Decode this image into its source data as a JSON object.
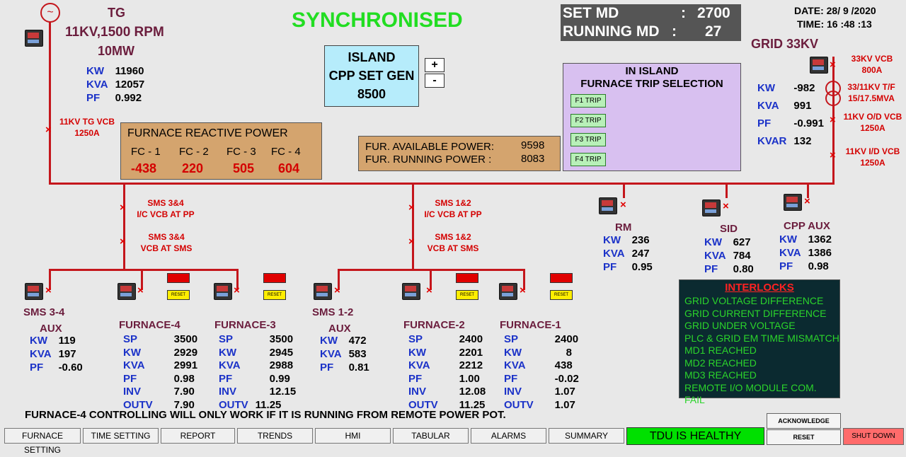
{
  "status_title": "SYNCHRONISED",
  "md": {
    "set_label": "SET MD",
    "set_value": "2700",
    "run_label": "RUNNING MD",
    "run_value": "27",
    "colon": ":"
  },
  "datetime": {
    "date_label": "DATE:",
    "date": "28/ 9 /2020",
    "time_label": "TIME:",
    "time": "16 :48 :13"
  },
  "tg": {
    "title": "TG",
    "spec": "11KV,1500 RPM",
    "rating": "10MW",
    "kw": "11960",
    "kva": "12057",
    "pf": "0.992",
    "vcb": "11KV TG VCB",
    "vcb_rating": "1250A"
  },
  "labels": {
    "kw": "KW",
    "kva": "KVA",
    "pf": "PF",
    "kvar": "KVAR",
    "sp": "SP",
    "inv": "INV",
    "outv": "OUTV"
  },
  "island": {
    "line1": "ISLAND",
    "line2": "CPP SET GEN",
    "value": "8500",
    "plus": "+",
    "minus": "-"
  },
  "furnace_reactive": {
    "title": "FURNACE REACTIVE POWER",
    "headers": [
      "FC - 1",
      "FC - 2",
      "FC - 3",
      "FC - 4"
    ],
    "values": [
      "-438",
      "220",
      "505",
      "604"
    ]
  },
  "fur_power": {
    "available_label": "FUR. AVAILABLE POWER:",
    "available": "9598",
    "running_label": "FUR. RUNNING POWER :",
    "running": "8083"
  },
  "trip_panel": {
    "title1": "IN ISLAND",
    "title2": "FURNACE TRIP SELECTION",
    "buttons": [
      "F1 TRIP",
      "F2 TRIP",
      "F3 TRIP",
      "F4 TRIP"
    ]
  },
  "grid": {
    "title": "GRID 33KV",
    "kw": "-982",
    "kva": "991",
    "pf": "-0.991",
    "kvar": "132",
    "vcb33": "33KV VCB",
    "vcb33_rating": "800A",
    "tf": "33/11KV T/F",
    "tf_rating": "15/17.5MVA",
    "od_vcb": "11KV O/D VCB",
    "od_rating": "1250A",
    "id_vcb": "11KV I/D VCB",
    "id_rating": "1250A"
  },
  "sms34": {
    "ic": "SMS 3&4",
    "ic2": "I/C VCB AT PP",
    "vcb": "SMS 3&4",
    "vcb2": "VCB AT SMS"
  },
  "sms12": {
    "ic": "SMS 1&2",
    "ic2": "I/C VCB AT PP",
    "vcb": "SMS 1&2",
    "vcb2": "VCB AT SMS"
  },
  "rm": {
    "name": "RM",
    "kw": "236",
    "kva": "247",
    "pf": "0.95"
  },
  "sid": {
    "name": "SID",
    "kw": "627",
    "kva": "784",
    "pf": "0.80"
  },
  "cppaux": {
    "name": "CPP AUX",
    "kw": "1362",
    "kva": "1386",
    "pf": "0.98"
  },
  "sms34aux": {
    "name": "SMS 3-4",
    "name2": "AUX",
    "kw": "119",
    "kva": "197",
    "pf": "-0.60"
  },
  "sms12aux": {
    "name": "SMS 1-2",
    "name2": "AUX",
    "kw": "472",
    "kva": "583",
    "pf": "0.81"
  },
  "f4": {
    "name": "FURNACE-4",
    "sp": "3500",
    "kw": "2929",
    "kva": "2991",
    "pf": "0.98",
    "inv": "7.90",
    "outv": "7.90",
    "reset": "RESET"
  },
  "f3": {
    "name": "FURNACE-3",
    "sp": "3500",
    "kw": "2945",
    "kva": "2988",
    "pf": "0.99",
    "inv": "12.15",
    "outv": "11.25",
    "reset": "RESET"
  },
  "f2": {
    "name": "FURNACE-2",
    "sp": "2400",
    "kw": "2201",
    "kva": "2212",
    "pf": "1.00",
    "inv": "12.08",
    "outv": "11.25",
    "reset": "RESET"
  },
  "f1": {
    "name": "FURNACE-1",
    "sp": "2400",
    "kw": "8",
    "kva": "438",
    "pf": "-0.02",
    "inv": "1.07",
    "outv": "1.07",
    "reset": "RESET"
  },
  "interlocks": {
    "title": "INTERLOCKS",
    "items": [
      "GRID VOLTAGE DIFFERENCE",
      "GRID CURRENT DIFFERENCE",
      "GRID UNDER VOLTAGE",
      "PLC & GRID EM TIME MISMATCH",
      "MD1 REACHED",
      "MD2 REACHED",
      "MD3 REACHED",
      "REMOTE I/O MODULE COM. FAIL"
    ]
  },
  "notice": "FURNACE-4 CONTROLLING WILL ONLY WORK IF IT IS RUNNING FROM REMOTE POWER POT.",
  "nav": [
    "FURNACE SETTING",
    "TIME SETTING",
    "REPORT",
    "TRENDS",
    "HMI",
    "TABULAR",
    "ALARMS",
    "SUMMARY"
  ],
  "health": "TDU IS HEALTHY",
  "acknowledge": "ACKNOWLEDGE",
  "reset": "RESET",
  "shutdown": "SHUT DOWN",
  "breaker_symbol": "×",
  "colors": {
    "bus": "#c4161c",
    "green_title": "#22dd22",
    "healthy_bg": "#00e000",
    "shutdown_bg": "#ff6b6b",
    "interlock_bg": "#0b2a30"
  }
}
